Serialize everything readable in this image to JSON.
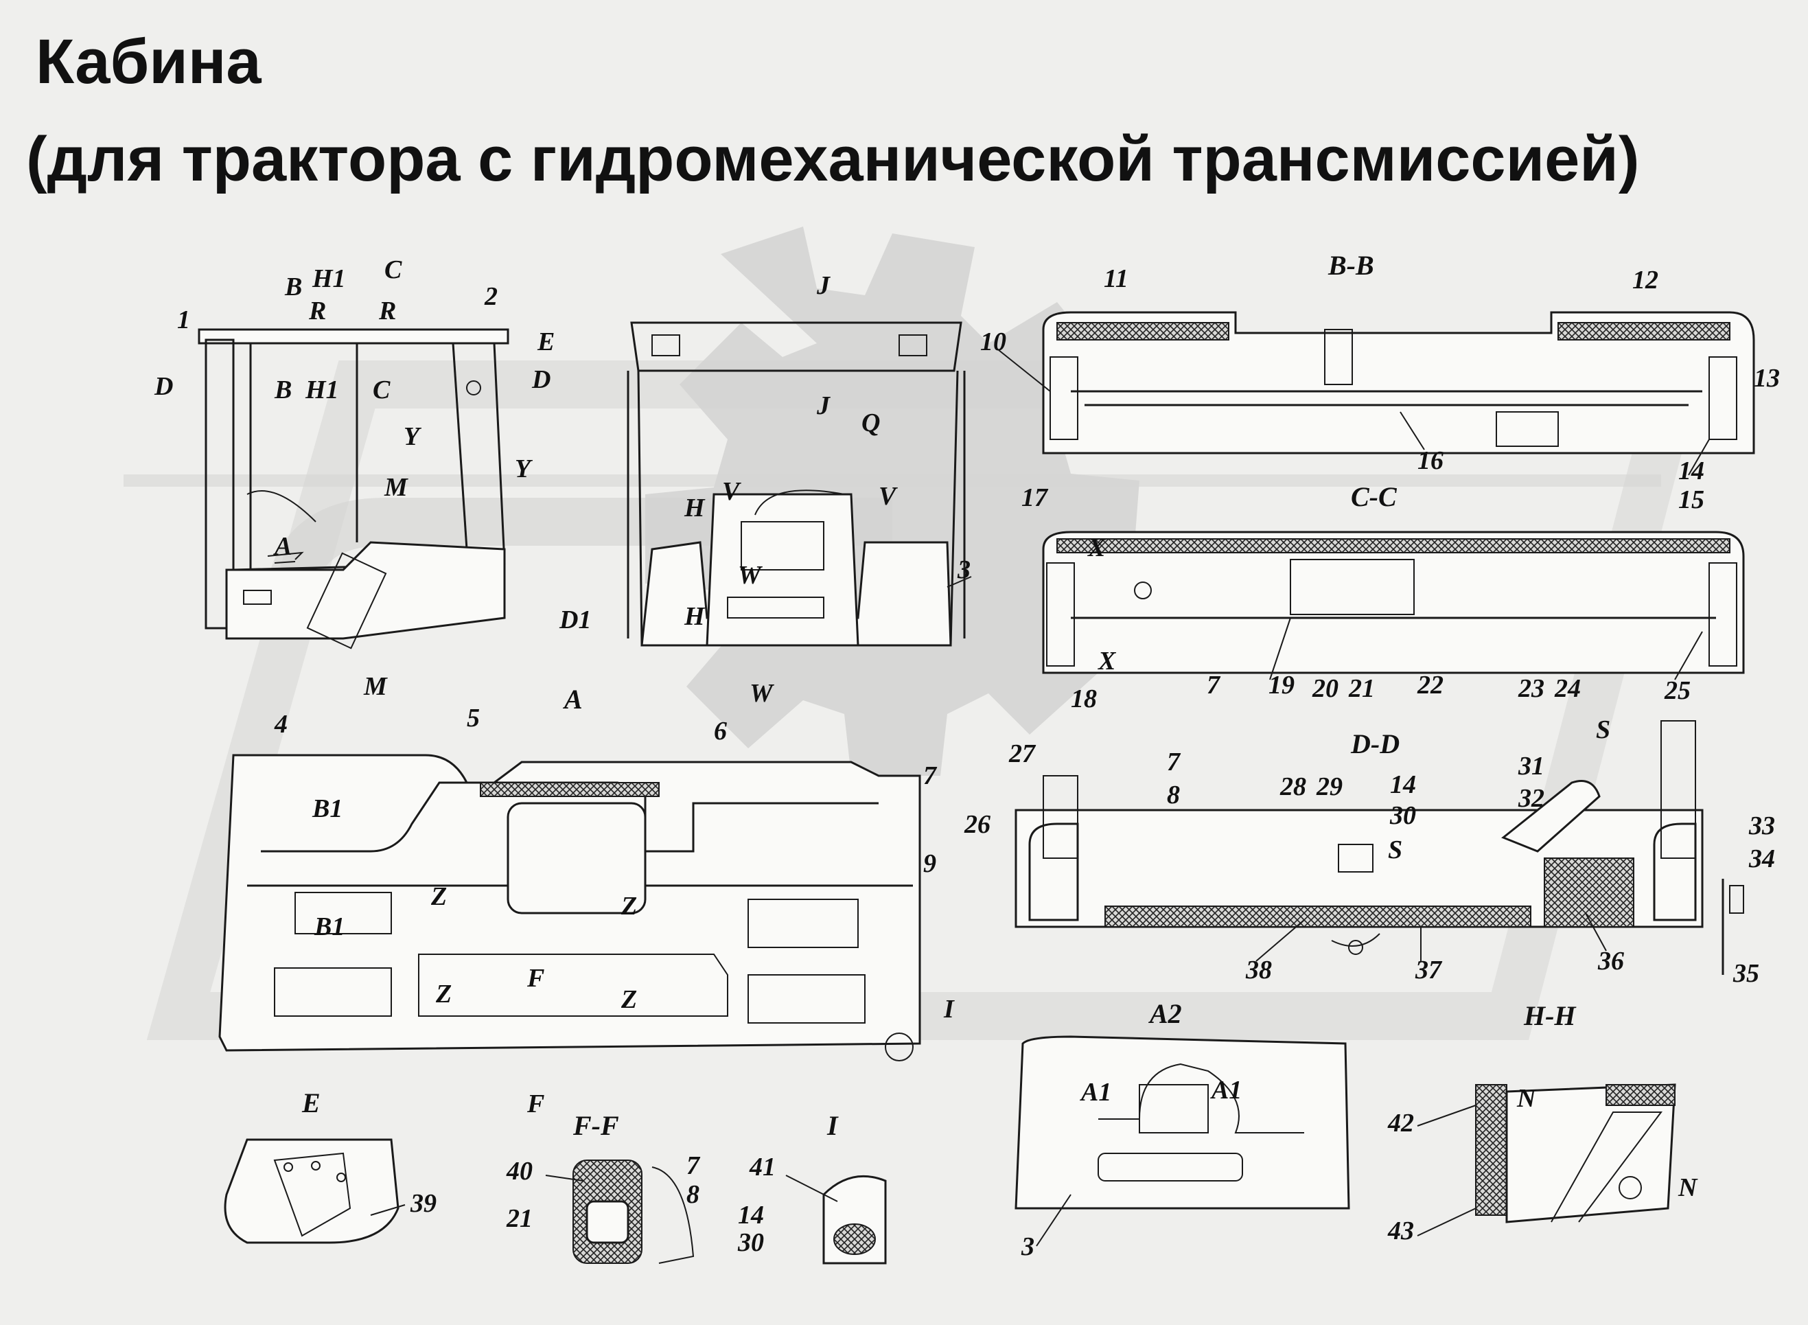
{
  "title": {
    "line1": "Кабина",
    "line2": "(для трактора с гидромеханической трансмиссией)"
  },
  "section_headers": {
    "bb": "B-B",
    "cc": "C-C",
    "dd": "D-D",
    "a": "A",
    "a2": "A2",
    "hh": "H-H",
    "e": "E",
    "ff": "F-F",
    "i": "I"
  },
  "callouts": {
    "n1": "1",
    "n2": "2",
    "n3": "3",
    "n4": "4",
    "n5": "5",
    "n6": "6",
    "n7": "7",
    "n8": "8",
    "n9": "9",
    "n10": "10",
    "n11": "11",
    "n12": "12",
    "n13": "13",
    "n14": "14",
    "n15": "15",
    "n16": "16",
    "n17": "17",
    "n18": "18",
    "n19": "19",
    "n20": "20",
    "n21": "21",
    "n22": "22",
    "n23": "23",
    "n24": "24",
    "n25": "25",
    "n26": "26",
    "n27": "27",
    "n28": "28",
    "n29": "29",
    "n30": "30",
    "n31": "31",
    "n32": "32",
    "n33": "33",
    "n34": "34",
    "n35": "35",
    "n36": "36",
    "n37": "37",
    "n38": "38",
    "n39": "39",
    "n40": "40",
    "n41": "41",
    "n42": "42",
    "n43": "43"
  },
  "markers": {
    "B": "B",
    "H1": "H1",
    "R": "R",
    "C": "C",
    "D": "D",
    "E": "E",
    "Y": "Y",
    "M": "M",
    "A": "A",
    "D1": "D1",
    "J": "J",
    "Q": "Q",
    "H": "H",
    "V": "V",
    "W": "W",
    "X": "X",
    "S": "S",
    "B1": "B1",
    "Z": "Z",
    "F": "F",
    "I": "I",
    "A1": "A1",
    "N": "N"
  }
}
